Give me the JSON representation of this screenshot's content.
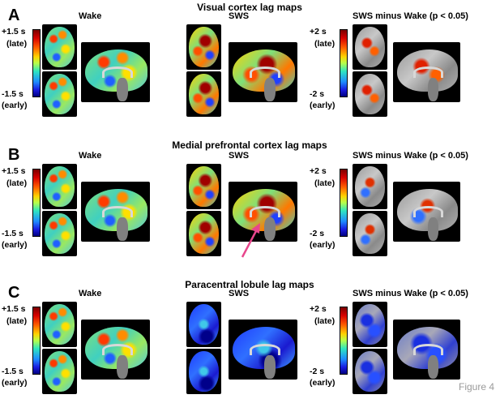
{
  "rows": [
    {
      "letter": "A",
      "title": "Visual  cortex lag maps",
      "panels": [
        {
          "title": "Wake",
          "scale": {
            "top": "+1.5 s",
            "top_sub": "(late)",
            "bottom": "-1.5 s",
            "bottom_sub": "(early)"
          },
          "colormap": "lag-wake"
        },
        {
          "title": "SWS",
          "colormap": "lag-sws"
        },
        {
          "title": "SWS minus Wake (p < 0.05)",
          "scale": {
            "top": "+2 s",
            "top_sub": "(late)",
            "bottom": "-2 s",
            "bottom_sub": "(early)"
          },
          "colormap": "diff-warm"
        }
      ]
    },
    {
      "letter": "B",
      "title": "Medial prefrontal  cortex lag maps",
      "panels": [
        {
          "title": "Wake",
          "scale": {
            "top": "+1.5 s",
            "top_sub": "(late)",
            "bottom": "-1.5 s",
            "bottom_sub": "(early)"
          },
          "colormap": "lag-wake"
        },
        {
          "title": "SWS",
          "colormap": "lag-sws",
          "annotation": "pink-arrow"
        },
        {
          "title": "SWS minus Wake (p < 0.05)",
          "scale": {
            "top": "+2 s",
            "top_sub": "(late)",
            "bottom": "-2 s",
            "bottom_sub": "(early)"
          },
          "colormap": "diff-mixed"
        }
      ]
    },
    {
      "letter": "C",
      "title": "Paracentral lobule lag maps",
      "panels": [
        {
          "title": "Wake",
          "scale": {
            "top": "+1.5 s",
            "top_sub": "(late)",
            "bottom": "-1.5 s",
            "bottom_sub": "(early)"
          },
          "colormap": "lag-wake"
        },
        {
          "title": "SWS",
          "colormap": "lag-sws-blue"
        },
        {
          "title": "SWS minus Wake (p < 0.05)",
          "scale": {
            "top": "+2 s",
            "top_sub": "(late)",
            "bottom": "-2 s",
            "bottom_sub": "(early)"
          },
          "colormap": "diff-cool"
        }
      ]
    }
  ],
  "figure_label": "Figure 4",
  "colors": {
    "arrow": "#e8468c",
    "figure_label": "#9a9a9a"
  }
}
